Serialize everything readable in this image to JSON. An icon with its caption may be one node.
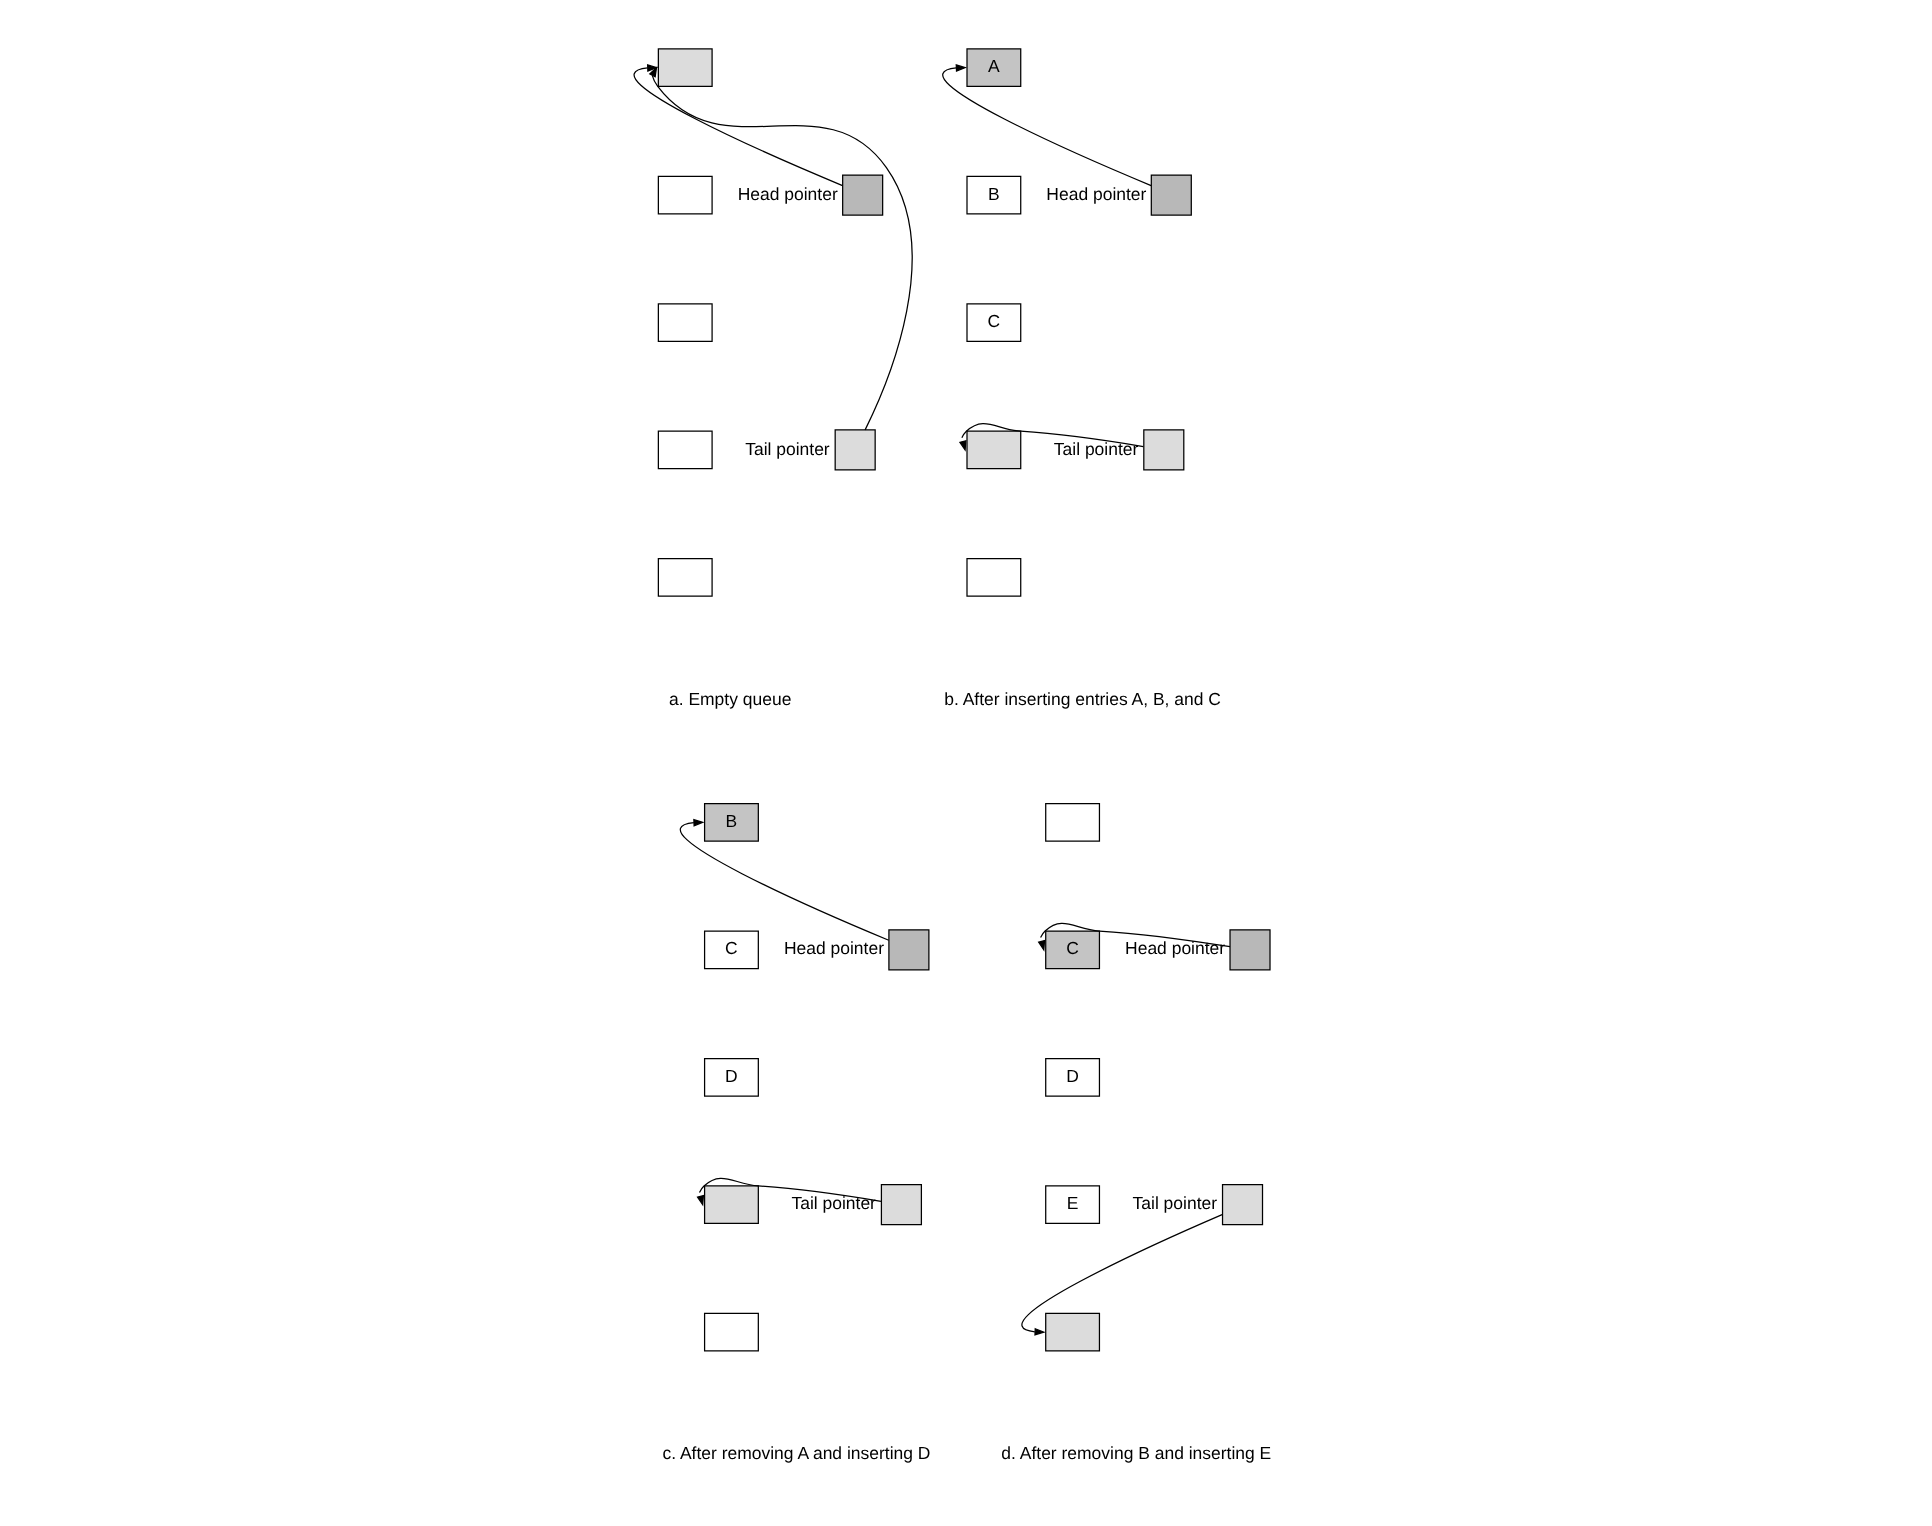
{
  "diagram": {
    "nodes": [
      {
        "text": [],
        "shape": "box",
        "beside": [
          "Head pointer"
        ]
      },
      {
        "text": [],
        "shape": "box",
        "beside": [
          "Tail pointer"
        ]
      },
      {
        "text": [],
        "shape": "box"
      },
      {
        "text": [],
        "shape": "box"
      },
      {
        "text": [],
        "shape": "box"
      },
      {
        "text": [],
        "shape": "box"
      },
      {
        "text": [],
        "shape": "box"
      },
      {
        "text": [],
        "shape": "box",
        "beside": [
          "Head pointer"
        ]
      },
      {
        "text": [],
        "shape": "box",
        "beside": [
          "Tail pointer"
        ]
      },
      {
        "text": [
          "A"
        ]
      },
      {
        "text": [
          "B"
        ]
      },
      {
        "text": [
          "C"
        ]
      },
      {
        "text": [],
        "shape": "box"
      },
      {
        "text": [],
        "shape": "box"
      },
      {
        "text": [],
        "shape": "box",
        "beside": [
          "Head pointer"
        ]
      },
      {
        "text": [],
        "shape": "box",
        "beside": [
          "Tail pointer"
        ]
      },
      {
        "text": [
          "B"
        ]
      },
      {
        "text": [
          "C"
        ]
      },
      {
        "text": [
          "D"
        ]
      },
      {
        "text": [],
        "shape": "box"
      },
      {
        "text": [],
        "shape": "box"
      },
      {
        "text": [],
        "shape": "box",
        "beside": [
          "Head pointer"
        ]
      },
      {
        "text": [],
        "shape": "box",
        "beside": [
          "Tail pointer"
        ]
      },
      {
        "text": [],
        "shape": "box"
      },
      {
        "text": [
          "C"
        ]
      },
      {
        "text": [
          "D"
        ]
      },
      {
        "text": [
          "E"
        ]
      },
      {
        "text": [],
        "shape": "box"
      }
    ],
    "edges": [
      {
        "from": 0,
        "to": 2,
        "arrow": "to"
      },
      {
        "from": 1,
        "to": 2,
        "arrow": "to"
      },
      {
        "from": 7,
        "to": 9,
        "arrow": "to"
      },
      {
        "from": 8,
        "to": 12,
        "arrow": "to"
      },
      {
        "from": 14,
        "to": 16,
        "arrow": "to"
      },
      {
        "from": 15,
        "to": 19,
        "arrow": "to"
      },
      {
        "from": 21,
        "to": 24,
        "arrow": "to"
      },
      {
        "from": 22,
        "to": 27,
        "arrow": "to"
      }
    ],
    "labels": [
      "a. Empty queue",
      "b. After inserting entries A, B, and C",
      "c. After removing A and inserting D",
      "d. After removing B and inserting E"
    ]
  }
}
